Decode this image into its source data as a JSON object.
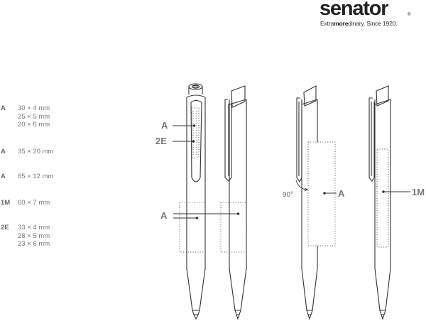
{
  "brand": {
    "name": "senator",
    "registered_mark": "®",
    "tagline_pre": "Extra",
    "tagline_bold": "more",
    "tagline_post": "dinary. Since 1920."
  },
  "specs": [
    {
      "code": "A",
      "sizes": [
        "30 × 4 mm",
        "25 × 5 mm",
        "20 × 6 mm"
      ]
    },
    {
      "code": "A",
      "sizes": [
        "35 × 20 mm"
      ]
    },
    {
      "code": "A",
      "sizes": [
        "65 × 12 mm"
      ]
    },
    {
      "code": "1M",
      "sizes": [
        "60 × 7 mm"
      ]
    },
    {
      "code": "2E",
      "sizes": [
        "33 × 4 mm",
        "28 × 5 mm",
        "23 × 6 mm"
      ]
    }
  ],
  "diagram": {
    "labels": {
      "clip_a": "A",
      "clip_2e": "2E",
      "barrel_a": "A",
      "rotated_a": "A",
      "rotation_angle": "90°",
      "barrel_1m": "1M"
    },
    "line_color": "#333333",
    "label_color": "#777777"
  }
}
